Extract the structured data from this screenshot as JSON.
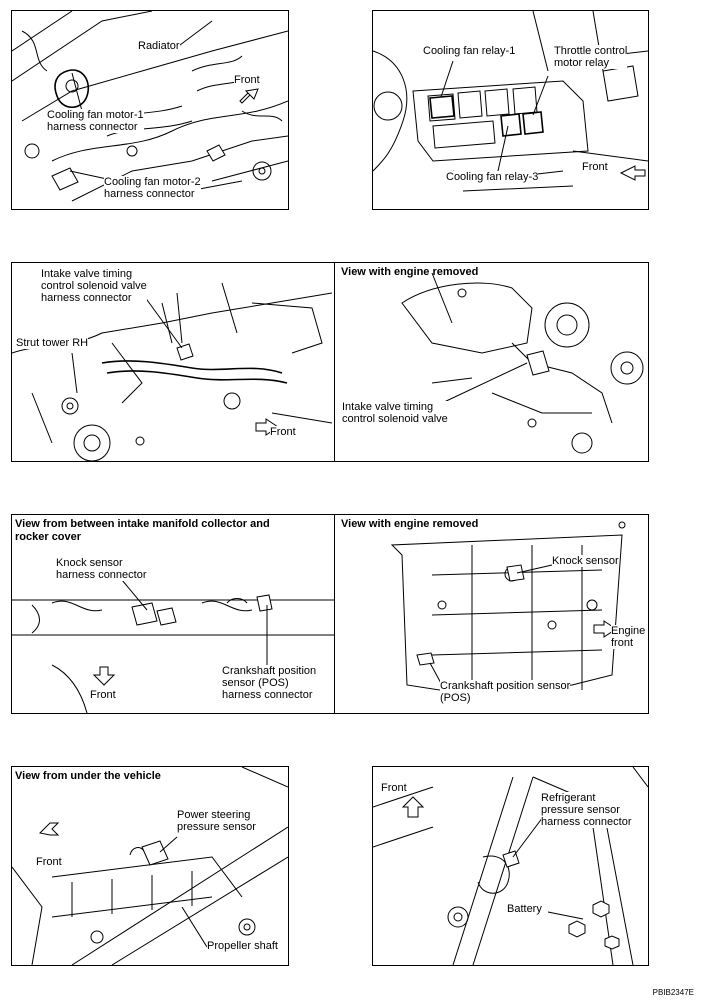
{
  "panels": [
    {
      "id": "p1",
      "labels": {
        "radiator": "Radiator",
        "front": "Front",
        "fan_motor_1": "Cooling fan motor-1\nharness connector",
        "fan_motor_2": "Cooling fan motor-2\nharness connector"
      }
    },
    {
      "id": "p2",
      "labels": {
        "relay_1": "Cooling fan relay-1",
        "throttle_relay": "Throttle control\nmotor relay",
        "front": "Front",
        "relay_3": "Cooling fan relay-3"
      }
    },
    {
      "id": "p3",
      "header_right": "View with engine removed",
      "labels": {
        "ivt_harness": "Intake valve timing\ncontrol solenoid valve\nharness connector",
        "strut_tower": "Strut tower RH",
        "front": "Front",
        "ivt_valve": "Intake valve timing\ncontrol solenoid valve"
      }
    },
    {
      "id": "p4",
      "header_left": "View from between intake manifold collector and\nrocker cover",
      "header_right": "View with engine removed",
      "labels": {
        "knock_harness": "Knock sensor\nharness connector",
        "front": "Front",
        "ckp_harness": "Crankshaft position\nsensor (POS)\nharness connector",
        "knock_sensor": "Knock sensor",
        "engine_front": "Engine\nfront",
        "ckp_sensor": "Crankshaft position sensor\n(POS)"
      }
    },
    {
      "id": "p5",
      "header": "View from under the vehicle",
      "labels": {
        "front": "Front",
        "ps_sensor": "Power steering\npressure sensor",
        "prop_shaft": "Propeller shaft"
      }
    },
    {
      "id": "p6",
      "labels": {
        "front": "Front",
        "refrig": "Refrigerant\npressure sensor\nharness connector",
        "battery": "Battery"
      }
    }
  ],
  "document_code": "PBIB2347E"
}
